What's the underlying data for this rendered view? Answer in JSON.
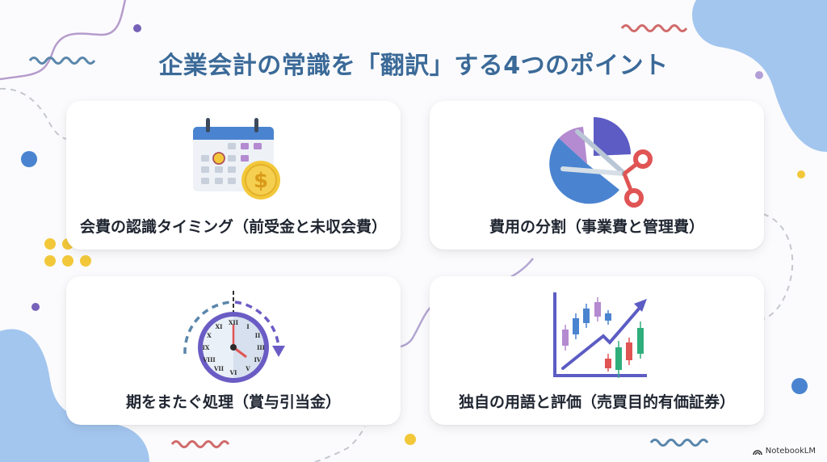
{
  "slide": {
    "title": "企業会計の常識を「翻訳」する4つのポイント",
    "cards": [
      {
        "label": "会費の認識タイミング（前受金と未収会費）",
        "icon": "calendar-coin-icon"
      },
      {
        "label": "費用の分割（事業費と管理費）",
        "icon": "pie-chart-scissors-icon"
      },
      {
        "label": "期をまたぐ処理（賞与引当金）",
        "icon": "clock-cycle-icon"
      },
      {
        "label": "独自の用語と評価（売買目的有価証券）",
        "icon": "candlestick-chart-icon"
      }
    ]
  },
  "watermark": {
    "text": "NotebookLM"
  },
  "colors": {
    "title": "#3b6a98",
    "blob": "#a3c6ef",
    "yellow": "#f2c83a",
    "blue": "#4a84d0",
    "purple": "#7662b8",
    "red_wave": "#d06b6b",
    "blue_wave": "#5a86ab"
  }
}
